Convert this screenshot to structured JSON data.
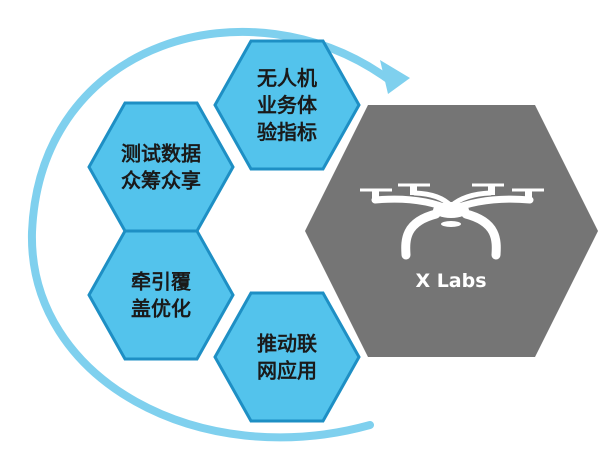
{
  "colors": {
    "hex_fill": "#53C3EC",
    "hex_stroke": "#1E8FC4",
    "arc": "#7FD0EE",
    "center_fill": "#757575",
    "drone": "#ffffff"
  },
  "center": {
    "icon": "drone-icon",
    "brand": "X Labs"
  },
  "hexagons": [
    {
      "lines": [
        "无人机",
        "业务体",
        "验指标"
      ]
    },
    {
      "lines": [
        "测试数据",
        "众筹众享"
      ]
    },
    {
      "lines": [
        "牵引覆",
        "盖优化"
      ]
    },
    {
      "lines": [
        "推动联",
        "网应用"
      ]
    }
  ]
}
